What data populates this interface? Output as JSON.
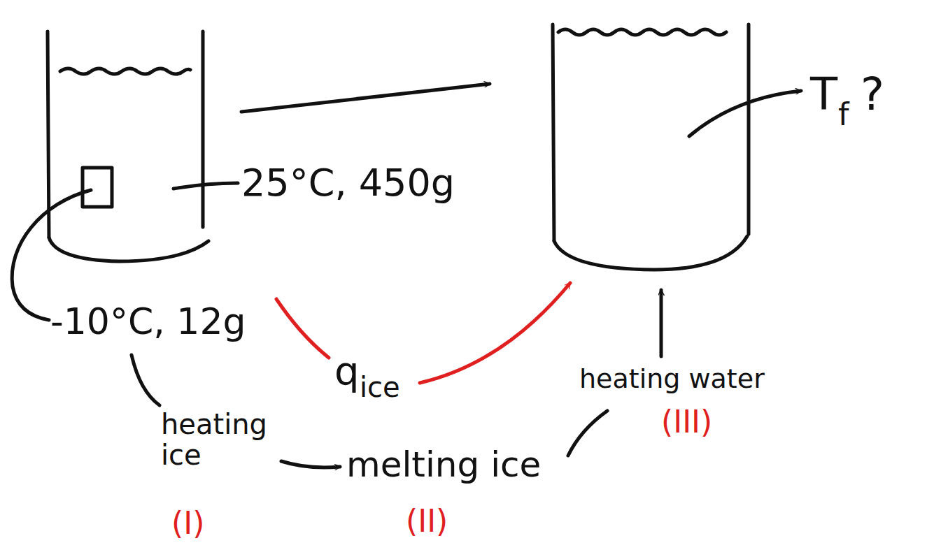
{
  "diagram": {
    "labels": [
      "25°C, 450g",
      "-10°C, 12g",
      "T",
      "f",
      "?",
      "q",
      "ice",
      "heating ice",
      "(I)",
      "melting ice",
      "(II)",
      "heating water",
      "(III)"
    ]
  }
}
